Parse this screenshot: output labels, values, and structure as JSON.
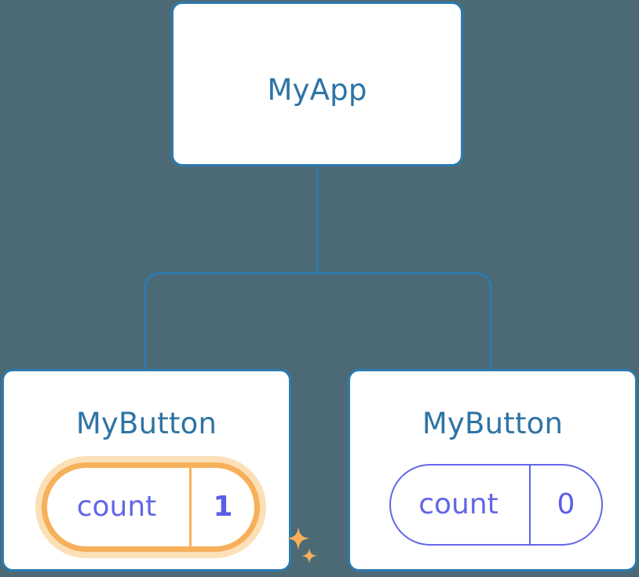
{
  "diagram": {
    "type": "component-tree",
    "title_semantic": "react-component-tree-with-state",
    "background_color": "#4c6a75",
    "node_border_color": "#2d7ab0",
    "node_background_color": "#ffffff",
    "node_title_color": "#2d74a5",
    "connector_color": "#2d7ab0",
    "state_key_color": "#6366e8",
    "state_value_color": "#5a5ee6",
    "highlight_ring_color": "#f7b05a",
    "highlight_glow_color": "#fbe0b8",
    "sparkle_color": "#f7b05a"
  },
  "root": {
    "label": "MyApp"
  },
  "children": [
    {
      "label": "MyButton",
      "state": {
        "key": "count",
        "value": "1"
      },
      "highlighted": true,
      "sparkle_large": "sparkle-star-icon",
      "sparkle_small": "sparkle-star-small-icon"
    },
    {
      "label": "MyButton",
      "state": {
        "key": "count",
        "value": "0"
      },
      "highlighted": false
    }
  ]
}
